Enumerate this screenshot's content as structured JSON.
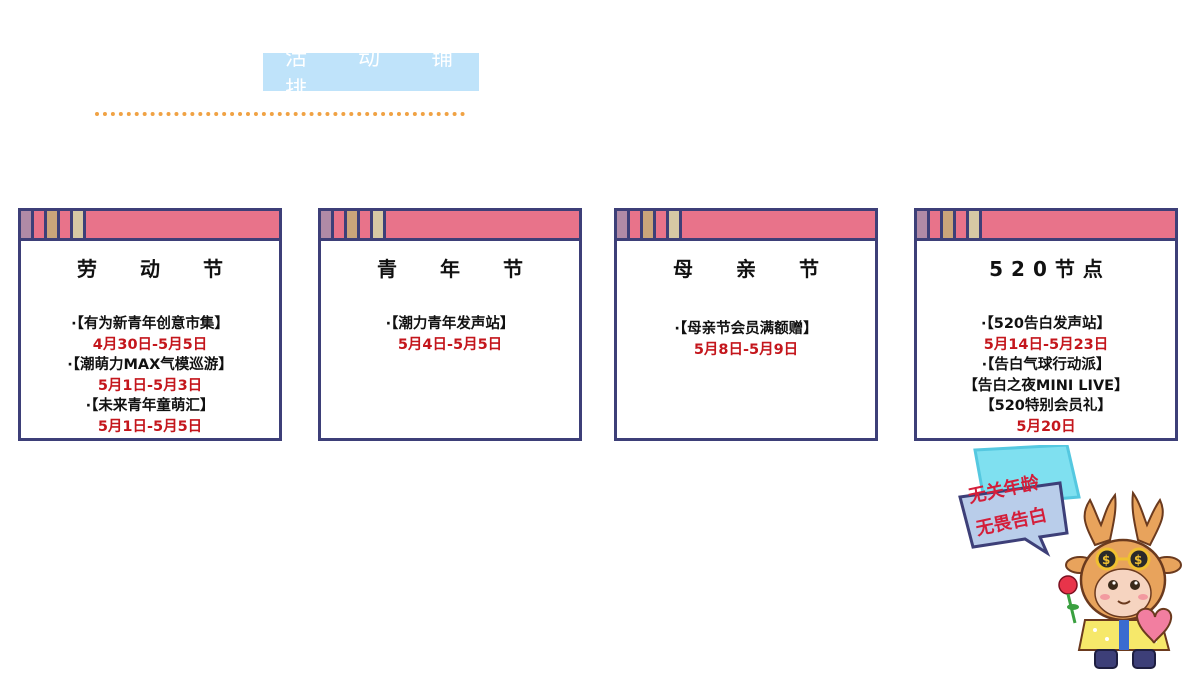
{
  "header": {
    "title": "活 动 铺 排"
  },
  "cards": [
    {
      "title": "劳 动 节",
      "lines": [
        {
          "text": "·【有为新青年创意市集】",
          "kind": "event"
        },
        {
          "text": "4月30日-5月5日",
          "kind": "date"
        },
        {
          "text": "·【潮萌力MAX气模巡游】",
          "kind": "event"
        },
        {
          "text": "5月1日-5月3日",
          "kind": "date"
        },
        {
          "text": "·【未来青年童萌汇】",
          "kind": "event"
        },
        {
          "text": "5月1日-5月5日",
          "kind": "date"
        }
      ]
    },
    {
      "title": "青 年 节",
      "lines": [
        {
          "text": "·【潮力青年发声站】",
          "kind": "event"
        },
        {
          "text": "5月4日-5月5日",
          "kind": "date"
        }
      ]
    },
    {
      "title": "母 亲 节",
      "lines": [
        {
          "text": "·【母亲节会员满额赠】",
          "kind": "event"
        },
        {
          "text": "5月8日-5月9日",
          "kind": "date"
        }
      ]
    },
    {
      "title": "520节点",
      "lines": [
        {
          "text": "·【520告白发声站】",
          "kind": "event"
        },
        {
          "text": "5月14日-5月23日",
          "kind": "date"
        },
        {
          "text": "·【告白气球行动派】",
          "kind": "event"
        },
        {
          "text": "【告白之夜MINI LIVE】",
          "kind": "event"
        },
        {
          "text": "【520特别会员礼】",
          "kind": "event"
        },
        {
          "text": "5月20日",
          "kind": "date"
        }
      ]
    }
  ],
  "mascot": {
    "sign_line1": "无关年龄",
    "sign_line2": "无畏告白"
  },
  "colors": {
    "title_bg": "#bfe3fa",
    "dotted_line": "#f0a244",
    "card_border": "#3d3f78",
    "header_pink": "#e8738a",
    "date_red": "#c4161c"
  }
}
